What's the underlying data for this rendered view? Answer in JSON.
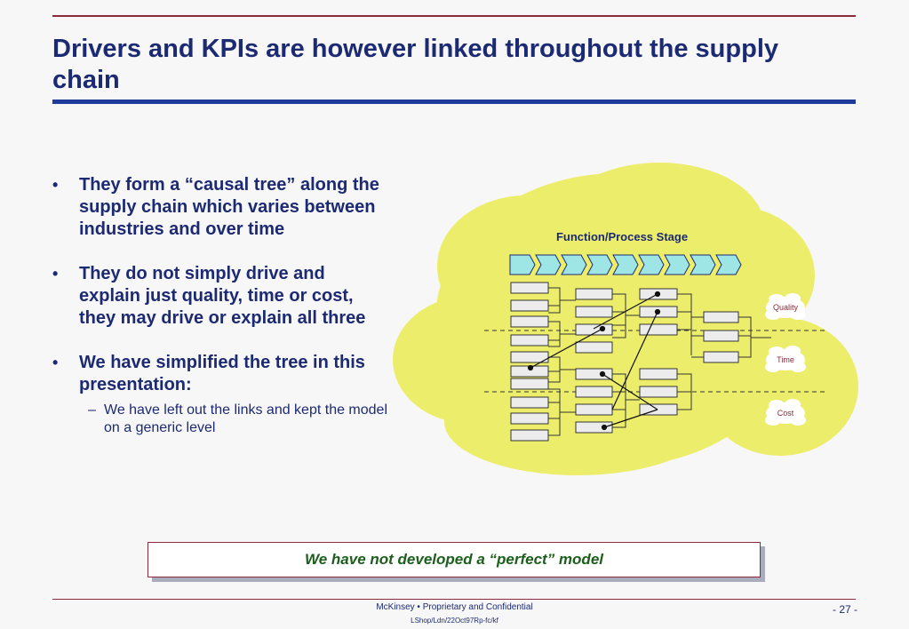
{
  "slide": {
    "title": "Drivers and KPIs are however linked throughout the supply chain",
    "bullets": [
      "They form a “causal tree” along the supply chain which varies between industries and over time",
      "They do not simply drive and explain just quality, time or cost, they may drive or explain all three",
      "We have simplified the tree in this presentation:"
    ],
    "bullet_glyph": "•",
    "sub_bullet": "We have left out the links and kept the model on a generic level",
    "sub_glyph": "–",
    "callout": "We have not developed a “perfect” model"
  },
  "diagram": {
    "header": "Function/Process Stage",
    "stage_count": 9,
    "outcomes": [
      "Quality",
      "Time",
      "Cost"
    ]
  },
  "footer": {
    "company_line": "McKinsey   •  Proprietary and Confidential",
    "reference": "LShop/Ldn/22Oct97Rp-fc/kf",
    "page": "- 27 -"
  },
  "colors": {
    "title": "#1c2a73",
    "cloud": "#eded6c",
    "stage_fill": "#9ee6e6",
    "callout_text": "#1c5e1c",
    "rule": "#8a2a3a",
    "title_rule": "#1f3c9c"
  }
}
